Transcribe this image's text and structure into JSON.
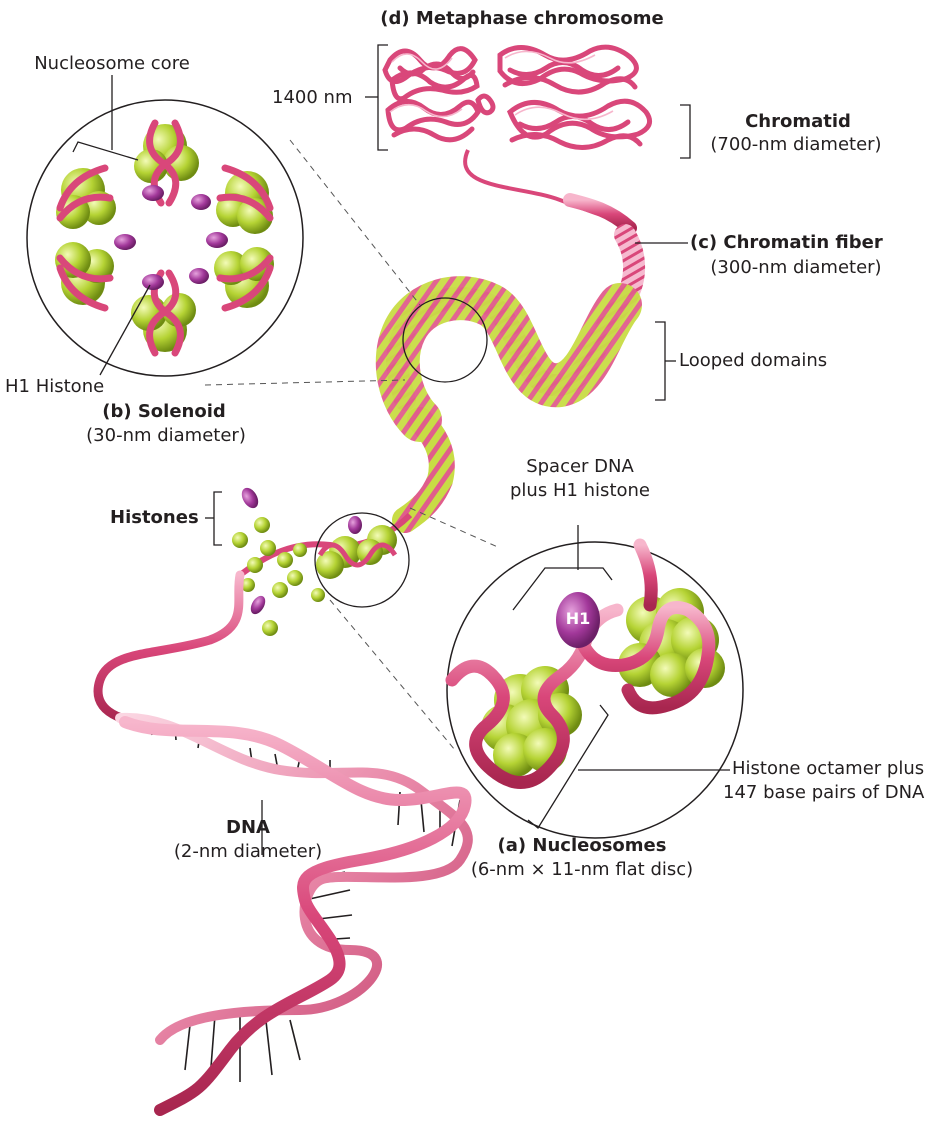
{
  "labels": {
    "metaphase_title": "(d) Metaphase chromosome",
    "scale_1400": "1400 nm",
    "chromatid_title": "Chromatid",
    "chromatid_diameter": "(700-nm diameter)",
    "chromatin_fiber_title": "(c) Chromatin fiber",
    "chromatin_fiber_diameter": "(300-nm diameter)",
    "looped_domains": "Looped domains",
    "nucleosome_core": "Nucleosome core",
    "h1_histone": "H1 Histone",
    "solenoid_title": "(b) Solenoid",
    "solenoid_diameter": "(30-nm diameter)",
    "spacer_line1": "Spacer DNA",
    "spacer_line2": "plus H1 histone",
    "histones": "Histones",
    "h1_badge": "H1",
    "octamer_line1": "Histone octamer plus",
    "octamer_line2": "147 base pairs of DNA",
    "dna_title": "DNA",
    "dna_diameter": "(2-nm diameter)",
    "nucleosomes_title": "(a) Nucleosomes",
    "nucleosomes_size": "(6-nm × 11-nm flat disc)"
  },
  "colors": {
    "dna_pink": "#d9477a",
    "dna_light": "#f2a9c2",
    "histone_green": "#b5d334",
    "histone_dark": "#7e9c1a",
    "h1_purple": "#a2389a",
    "line_gray": "#555555"
  }
}
